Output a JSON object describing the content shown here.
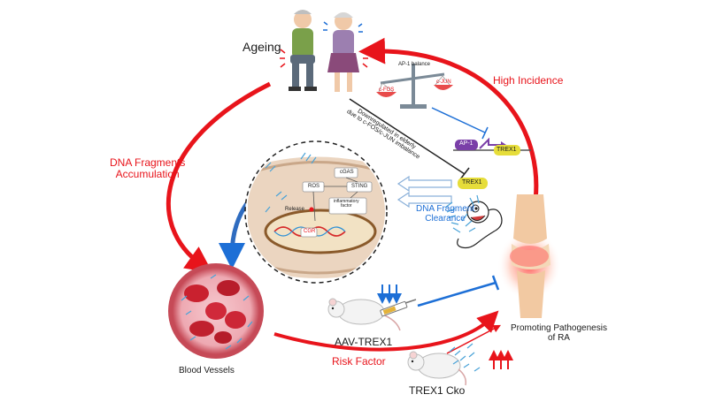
{
  "labels": {
    "ageing": "Ageing",
    "high_incidence": "High Incidence",
    "dna_fragments": "DNA Fragments\nAccumulation",
    "blood_vessels": "Blood Vessels",
    "risk_factor": "Risk Factor",
    "aav": "AAV-TREX1",
    "trex1_cko": "TREX1 Cko",
    "promoting": "Promoting Pathogenesis\nof RA",
    "dna_clearance": "DNA Fragment\nClearance",
    "downregulated": "Downregulated in elderly\ndue to c-FOS/c-JUN imbalance",
    "ap1_balance": "AP-1 balance",
    "cfos": "c-FOS",
    "cjun": "c-JUN",
    "ap1": "AP-1",
    "trex1": "TREX1",
    "trex1_protein": "TREX1",
    "cgas": "cGAS",
    "sting": "STING",
    "ros": "ROS",
    "release": "Release",
    "inflammatory": "inflammatory\nfactor",
    "cgr": "CGR"
  },
  "colors": {
    "red": "#e8141b",
    "blue": "#1d6fd6",
    "purple": "#7a3fa8",
    "yellow": "#e6dd3a",
    "cell": "#ebd5c0"
  }
}
